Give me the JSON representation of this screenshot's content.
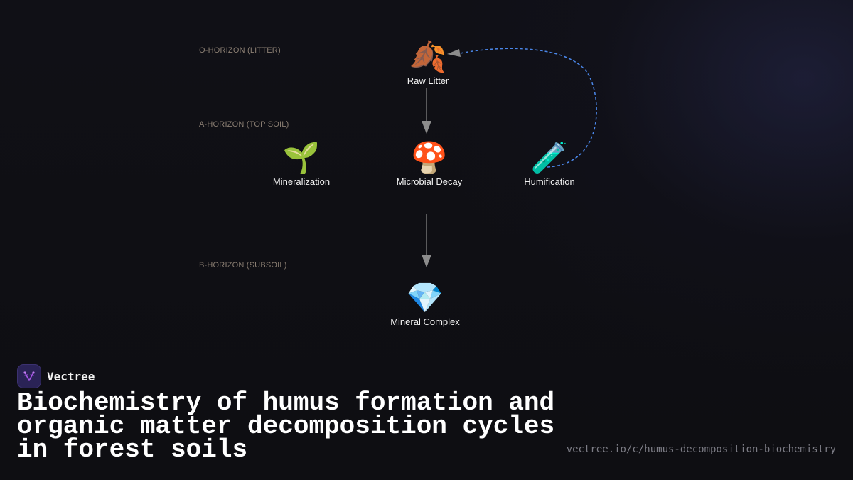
{
  "horizons": [
    {
      "label": "O-HORIZON (LITTER)"
    },
    {
      "label": "A-HORIZON (TOP SOIL)"
    },
    {
      "label": "B-HORIZON (SUBSOIL)"
    }
  ],
  "nodes": {
    "raw_litter": {
      "icon": "🍂",
      "label": "Raw Litter"
    },
    "mineralization": {
      "icon": "🌱",
      "label": "Mineralization"
    },
    "microbial_decay": {
      "icon": "🍄",
      "label": "Microbial Decay"
    },
    "humification": {
      "icon": "🧪",
      "label": "Humification"
    },
    "mineral_complex": {
      "icon": "💎",
      "label": "Mineral Complex"
    }
  },
  "colors": {
    "edge_solid": "#8c8c8c",
    "edge_dashed": "#4a86e8",
    "horizon_label": "#8a7e72",
    "logo_bg": "#2a2356",
    "logo_mark": "#a857e8"
  },
  "brand": {
    "name": "Vectree",
    "icon": "vectree-logo-icon"
  },
  "title": "Biochemistry of humus formation and organic matter decomposition cycles in forest soils",
  "url": "vectree.io/c/humus-decomposition-biochemistry"
}
